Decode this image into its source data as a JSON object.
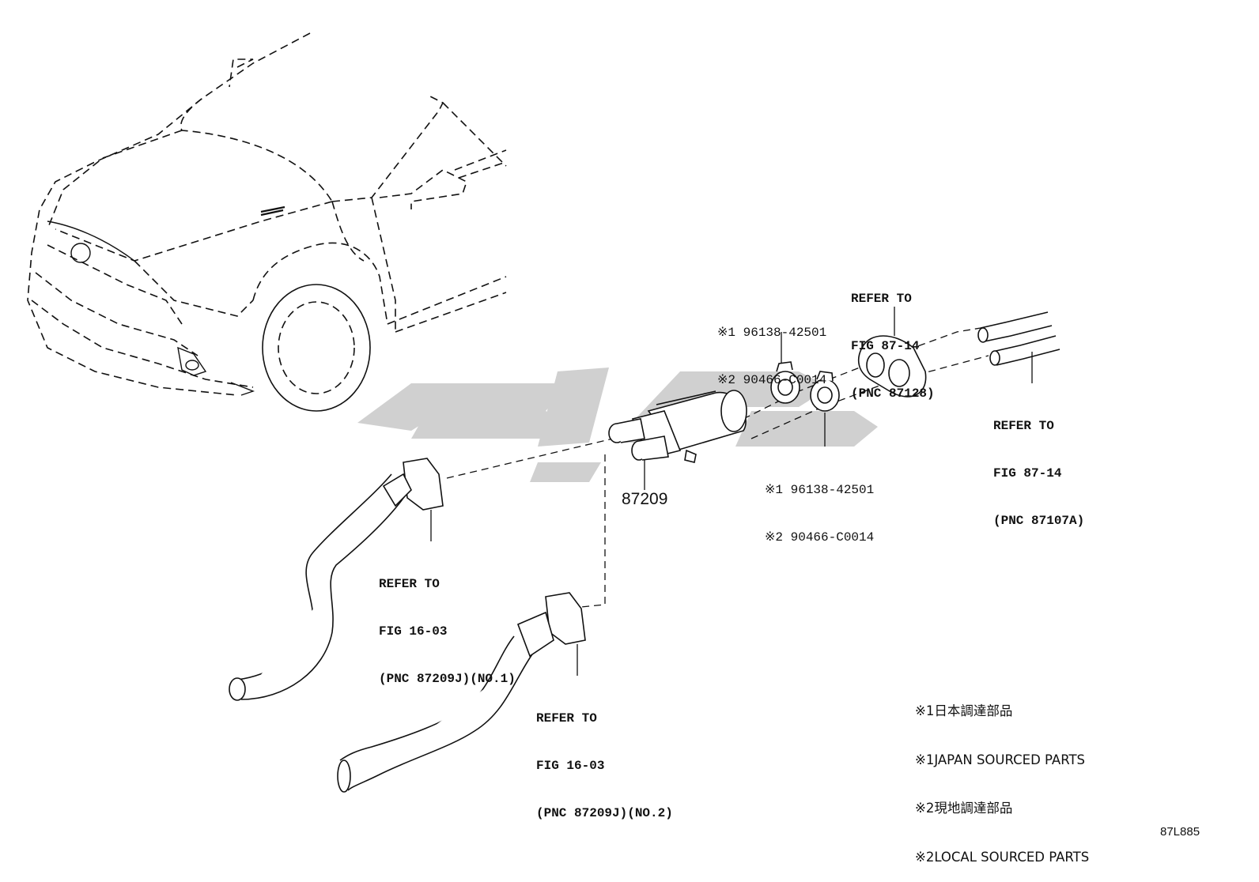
{
  "figure_id": "87L885",
  "parts": [
    {
      "label": "87209"
    }
  ],
  "clamp_upper": {
    "line1": "※1 96138-42501",
    "line2": "※2 90466-C0014"
  },
  "clamp_lower": {
    "line1": "※1 96138-42501",
    "line2": "※2 90466-C0014"
  },
  "refer_grommet": {
    "line1": "REFER TO",
    "line2": "FIG 87-14",
    "line3": "(PNC 87128)"
  },
  "refer_pipes": {
    "line1": "REFER TO",
    "line2": "FIG 87-14",
    "line3": "(PNC 87107A)"
  },
  "refer_hose_no1": {
    "line1": "REFER TO",
    "line2": "FIG 16-03",
    "line3": "(PNC 87209J)(NO.1)"
  },
  "refer_hose_no2": {
    "line1": "REFER TO",
    "line2": "FIG 16-03",
    "line3": "(PNC 87209J)(NO.2)"
  },
  "legend": [
    {
      "text": "※1日本調達部品"
    },
    {
      "text": "※1JAPAN SOURCED PARTS"
    },
    {
      "text": "※2現地調達部品"
    },
    {
      "text": "※2LOCAL SOURCED PARTS"
    }
  ],
  "colors": {
    "line": "#111111",
    "watermark": "#c8c8c8"
  }
}
